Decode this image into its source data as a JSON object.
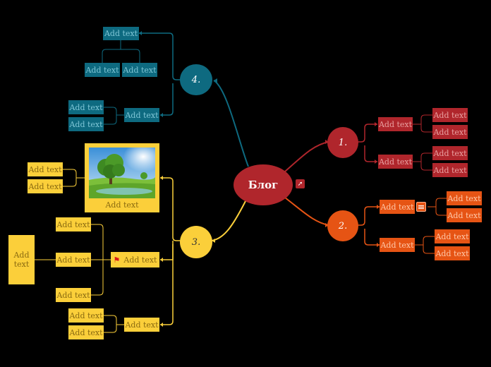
{
  "central": {
    "label": "Блог"
  },
  "branches": [
    {
      "id": "b1",
      "label": "1.",
      "color": "#b0262c"
    },
    {
      "id": "b2",
      "label": "2.",
      "color": "#e65414"
    },
    {
      "id": "b3",
      "label": "3.",
      "color": "#fbcf3a"
    },
    {
      "id": "b4",
      "label": "4.",
      "color": "#0e6a80"
    }
  ],
  "nodes": {
    "placeholder": "Add text",
    "multiline": "Add\ntext"
  },
  "icons": {
    "link": "external-link-icon",
    "note": "note-icon",
    "flag": "flag-icon",
    "image": "tree-landscape-image"
  },
  "colors": {
    "background": "#000000",
    "teal": "#0e6a80",
    "red": "#b0262c",
    "orange": "#e65414",
    "yellow": "#fbcf3a"
  }
}
